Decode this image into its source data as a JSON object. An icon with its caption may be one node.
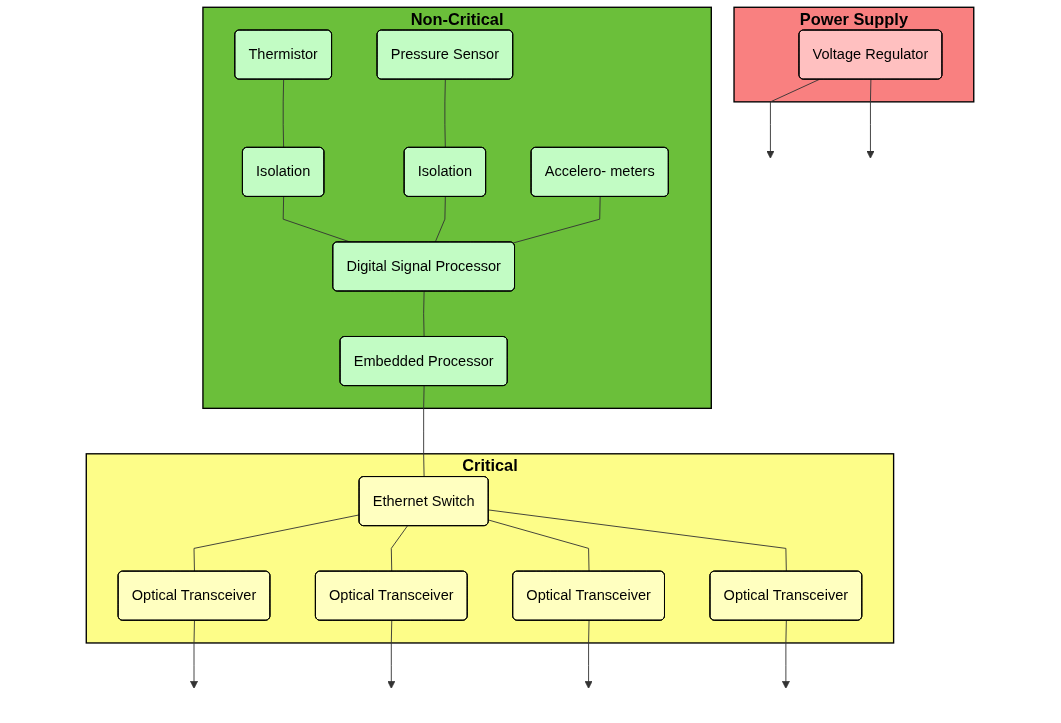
{
  "diagram": {
    "nodes": [
      {
        "text": [
          "Non-Critical"
        ]
      },
      {
        "text": [
          "Thermistor"
        ],
        "in": 0
      },
      {
        "text": [
          "Pressure Sensor"
        ],
        "in": 0
      },
      {
        "text": [
          "Isolation"
        ],
        "in": 0
      },
      {
        "text": [
          "Isolation"
        ],
        "in": 0
      },
      {
        "text": [
          "Accelero- meters"
        ],
        "in": 0
      },
      {
        "text": [
          "Digital Signal Processor"
        ],
        "in": 0
      },
      {
        "text": [
          "Embedded Processor"
        ],
        "in": 0
      },
      {
        "text": [
          "Critical"
        ]
      },
      {
        "text": [
          "Optical Transceiver"
        ],
        "in": 8
      },
      {
        "text": [
          "Ethernet Switch"
        ],
        "in": 8
      },
      {
        "text": [
          "Optical Transceiver"
        ],
        "in": 8
      },
      {
        "text": [
          "Optical Transceiver"
        ],
        "in": 8
      },
      {
        "text": [
          "Optical Transceiver"
        ],
        "in": 8
      },
      {
        "text": [
          "Power Supply"
        ]
      },
      {
        "text": [
          "Voltage Regulator"
        ],
        "in": 14
      }
    ],
    "edges": [
      {
        "from": 1,
        "to": 3,
        "arrow": "none"
      },
      {
        "from": 2,
        "to": 4,
        "arrow": "none"
      },
      {
        "from": 3,
        "to": 6,
        "arrow": "none"
      },
      {
        "from": 4,
        "to": 6,
        "arrow": "none"
      },
      {
        "from": 5,
        "to": 6,
        "arrow": "none"
      },
      {
        "from": 6,
        "to": 7,
        "arrow": "none"
      },
      {
        "from": 7,
        "to": 10,
        "arrow": "none"
      },
      {
        "from": 10,
        "to": 9,
        "arrow": "none"
      },
      {
        "from": 10,
        "to": 11,
        "arrow": "none"
      },
      {
        "from": 10,
        "to": 12,
        "arrow": "none"
      },
      {
        "from": 10,
        "to": 13,
        "arrow": "none"
      },
      {
        "from": 9,
        "to": null,
        "arrow": "to"
      },
      {
        "from": 11,
        "to": null,
        "arrow": "to"
      },
      {
        "from": 12,
        "to": null,
        "arrow": "to"
      },
      {
        "from": 13,
        "to": null,
        "arrow": "to"
      },
      {
        "from": 15,
        "to": null,
        "arrow": "to"
      },
      {
        "from": 15,
        "to": null,
        "arrow": "to"
      }
    ]
  }
}
